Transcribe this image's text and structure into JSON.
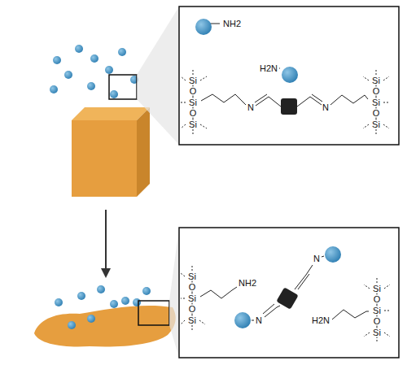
{
  "diagram": {
    "labels": [
      "Si",
      "O",
      "Si",
      "O",
      "Si",
      "Si",
      "O",
      "Si",
      "O",
      "Si",
      "N",
      "N",
      "NH2",
      "H2N",
      "Si",
      "O",
      "Si",
      "O",
      "Si",
      "NH2",
      "N",
      "N",
      "H2N",
      "Si",
      "O",
      "Si",
      "O",
      "Si"
    ]
  }
}
